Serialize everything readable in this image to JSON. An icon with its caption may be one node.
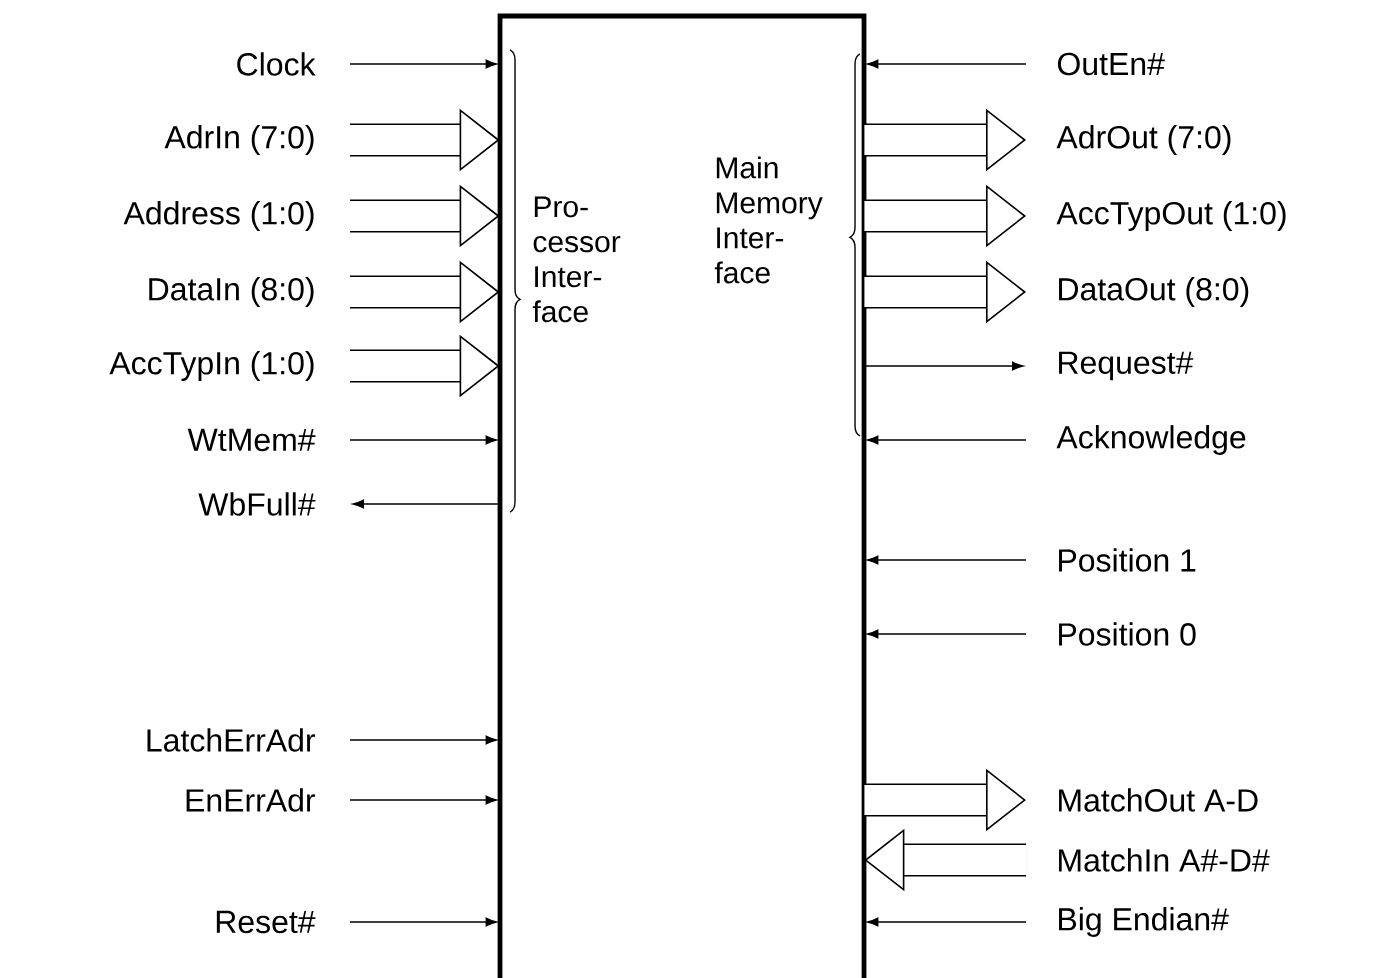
{
  "diagram": {
    "nodes": [
      {
        "text": [
          "Pro- cessor Inter- face",
          "Main Memory Inter- face"
        ]
      },
      {
        "text": [
          "Clock"
        ]
      },
      {
        "text": [
          "AdrIn (7:0)"
        ]
      },
      {
        "text": [
          "Address (1:0)"
        ]
      },
      {
        "text": [
          "DataIn (8:0)"
        ]
      },
      {
        "text": [
          "AccTypIn (1:0)"
        ]
      },
      {
        "text": [
          "WtMem#"
        ]
      },
      {
        "text": [
          "WbFull#"
        ]
      },
      {
        "text": [
          "LatchErrAdr"
        ]
      },
      {
        "text": [
          "EnErrAdr"
        ]
      },
      {
        "text": [
          "Reset#"
        ]
      },
      {
        "text": [
          "OutEn#"
        ]
      },
      {
        "text": [
          "AdrOut (7:0)"
        ]
      },
      {
        "text": [
          "AccTypOut (1:0)"
        ]
      },
      {
        "text": [
          "DataOut (8:0)"
        ]
      },
      {
        "text": [
          "Request#"
        ]
      },
      {
        "text": [
          "Acknowledge"
        ]
      },
      {
        "text": [
          "Position 1"
        ]
      },
      {
        "text": [
          "Position 0"
        ]
      },
      {
        "text": [
          "MatchOut A-D"
        ]
      },
      {
        "text": [
          "MatchIn A#-D#"
        ]
      },
      {
        "text": [
          "Big Endian#"
        ]
      }
    ],
    "edges": [
      {
        "from": 1,
        "to": 0,
        "arrow": "to"
      },
      {
        "from": 2,
        "to": 0,
        "arrow": "to",
        "style": "thick"
      },
      {
        "from": 3,
        "to": 0,
        "arrow": "to",
        "style": "thick"
      },
      {
        "from": 4,
        "to": 0,
        "arrow": "to",
        "style": "thick"
      },
      {
        "from": 5,
        "to": 0,
        "arrow": "to",
        "style": "thick"
      },
      {
        "from": 6,
        "to": 0,
        "arrow": "to"
      },
      {
        "from": 0,
        "to": 7,
        "arrow": "to"
      },
      {
        "from": 8,
        "to": 0,
        "arrow": "to"
      },
      {
        "from": 9,
        "to": 0,
        "arrow": "to"
      },
      {
        "from": 10,
        "to": 0,
        "arrow": "to"
      },
      {
        "from": 11,
        "to": 0,
        "arrow": "to"
      },
      {
        "from": 0,
        "to": 12,
        "arrow": "to",
        "style": "thick"
      },
      {
        "from": 0,
        "to": 13,
        "arrow": "to",
        "style": "thick"
      },
      {
        "from": 0,
        "to": 14,
        "arrow": "to",
        "style": "thick"
      },
      {
        "from": 0,
        "to": 15,
        "arrow": "to"
      },
      {
        "from": 16,
        "to": 0,
        "arrow": "to"
      },
      {
        "from": 17,
        "to": 0,
        "arrow": "to"
      },
      {
        "from": 18,
        "to": 0,
        "arrow": "to"
      },
      {
        "from": 0,
        "to": 19,
        "arrow": "to",
        "style": "thick"
      },
      {
        "from": 20,
        "to": 0,
        "arrow": "to",
        "style": "thick"
      },
      {
        "from": 21,
        "to": 0,
        "arrow": "to"
      }
    ]
  }
}
